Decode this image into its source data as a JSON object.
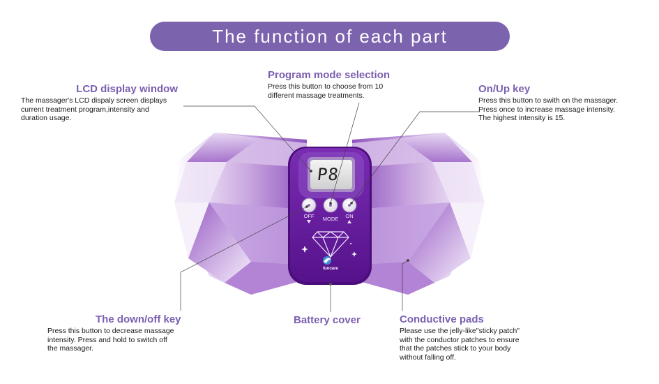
{
  "banner": {
    "title": "The function of each part"
  },
  "lcd": {
    "text": "P8"
  },
  "buttons": {
    "off_label": "OFF",
    "mode_label": "MODE",
    "on_label": "ON"
  },
  "brand": {
    "name": "funcare"
  },
  "callouts": {
    "lcd_window": {
      "title": "LCD display window",
      "desc": "The massager's LCD dispaly screen displays\ncurrent treatment program,intensity and\nduration usage."
    },
    "program_mode": {
      "title": "Program mode selection",
      "desc": "Press this button to choose from 10\ndifferent massage treatments."
    },
    "on_up": {
      "title": "On/Up key",
      "desc": "Press this button to swith on the massager.\nPress once to increase massage intensity.\nThe highest intensity is 15."
    },
    "down_off": {
      "title": "The down/off key",
      "desc": "Press this button to decrease massage\nintensity. Press and hold to switch off\nthe massager."
    },
    "battery_cover": {
      "title": "Battery cover"
    },
    "conductive_pads": {
      "title": "Conductive pads",
      "desc": "Please use the jelly-like\"sticky patch\"\nwith the conductor patches to ensure\nthat the patches stick to your body\nwithout falling off."
    }
  },
  "colors": {
    "accent": "#7b63ad",
    "title_purple": "#7b5fb0",
    "device_purple": "#6a1f9e"
  }
}
